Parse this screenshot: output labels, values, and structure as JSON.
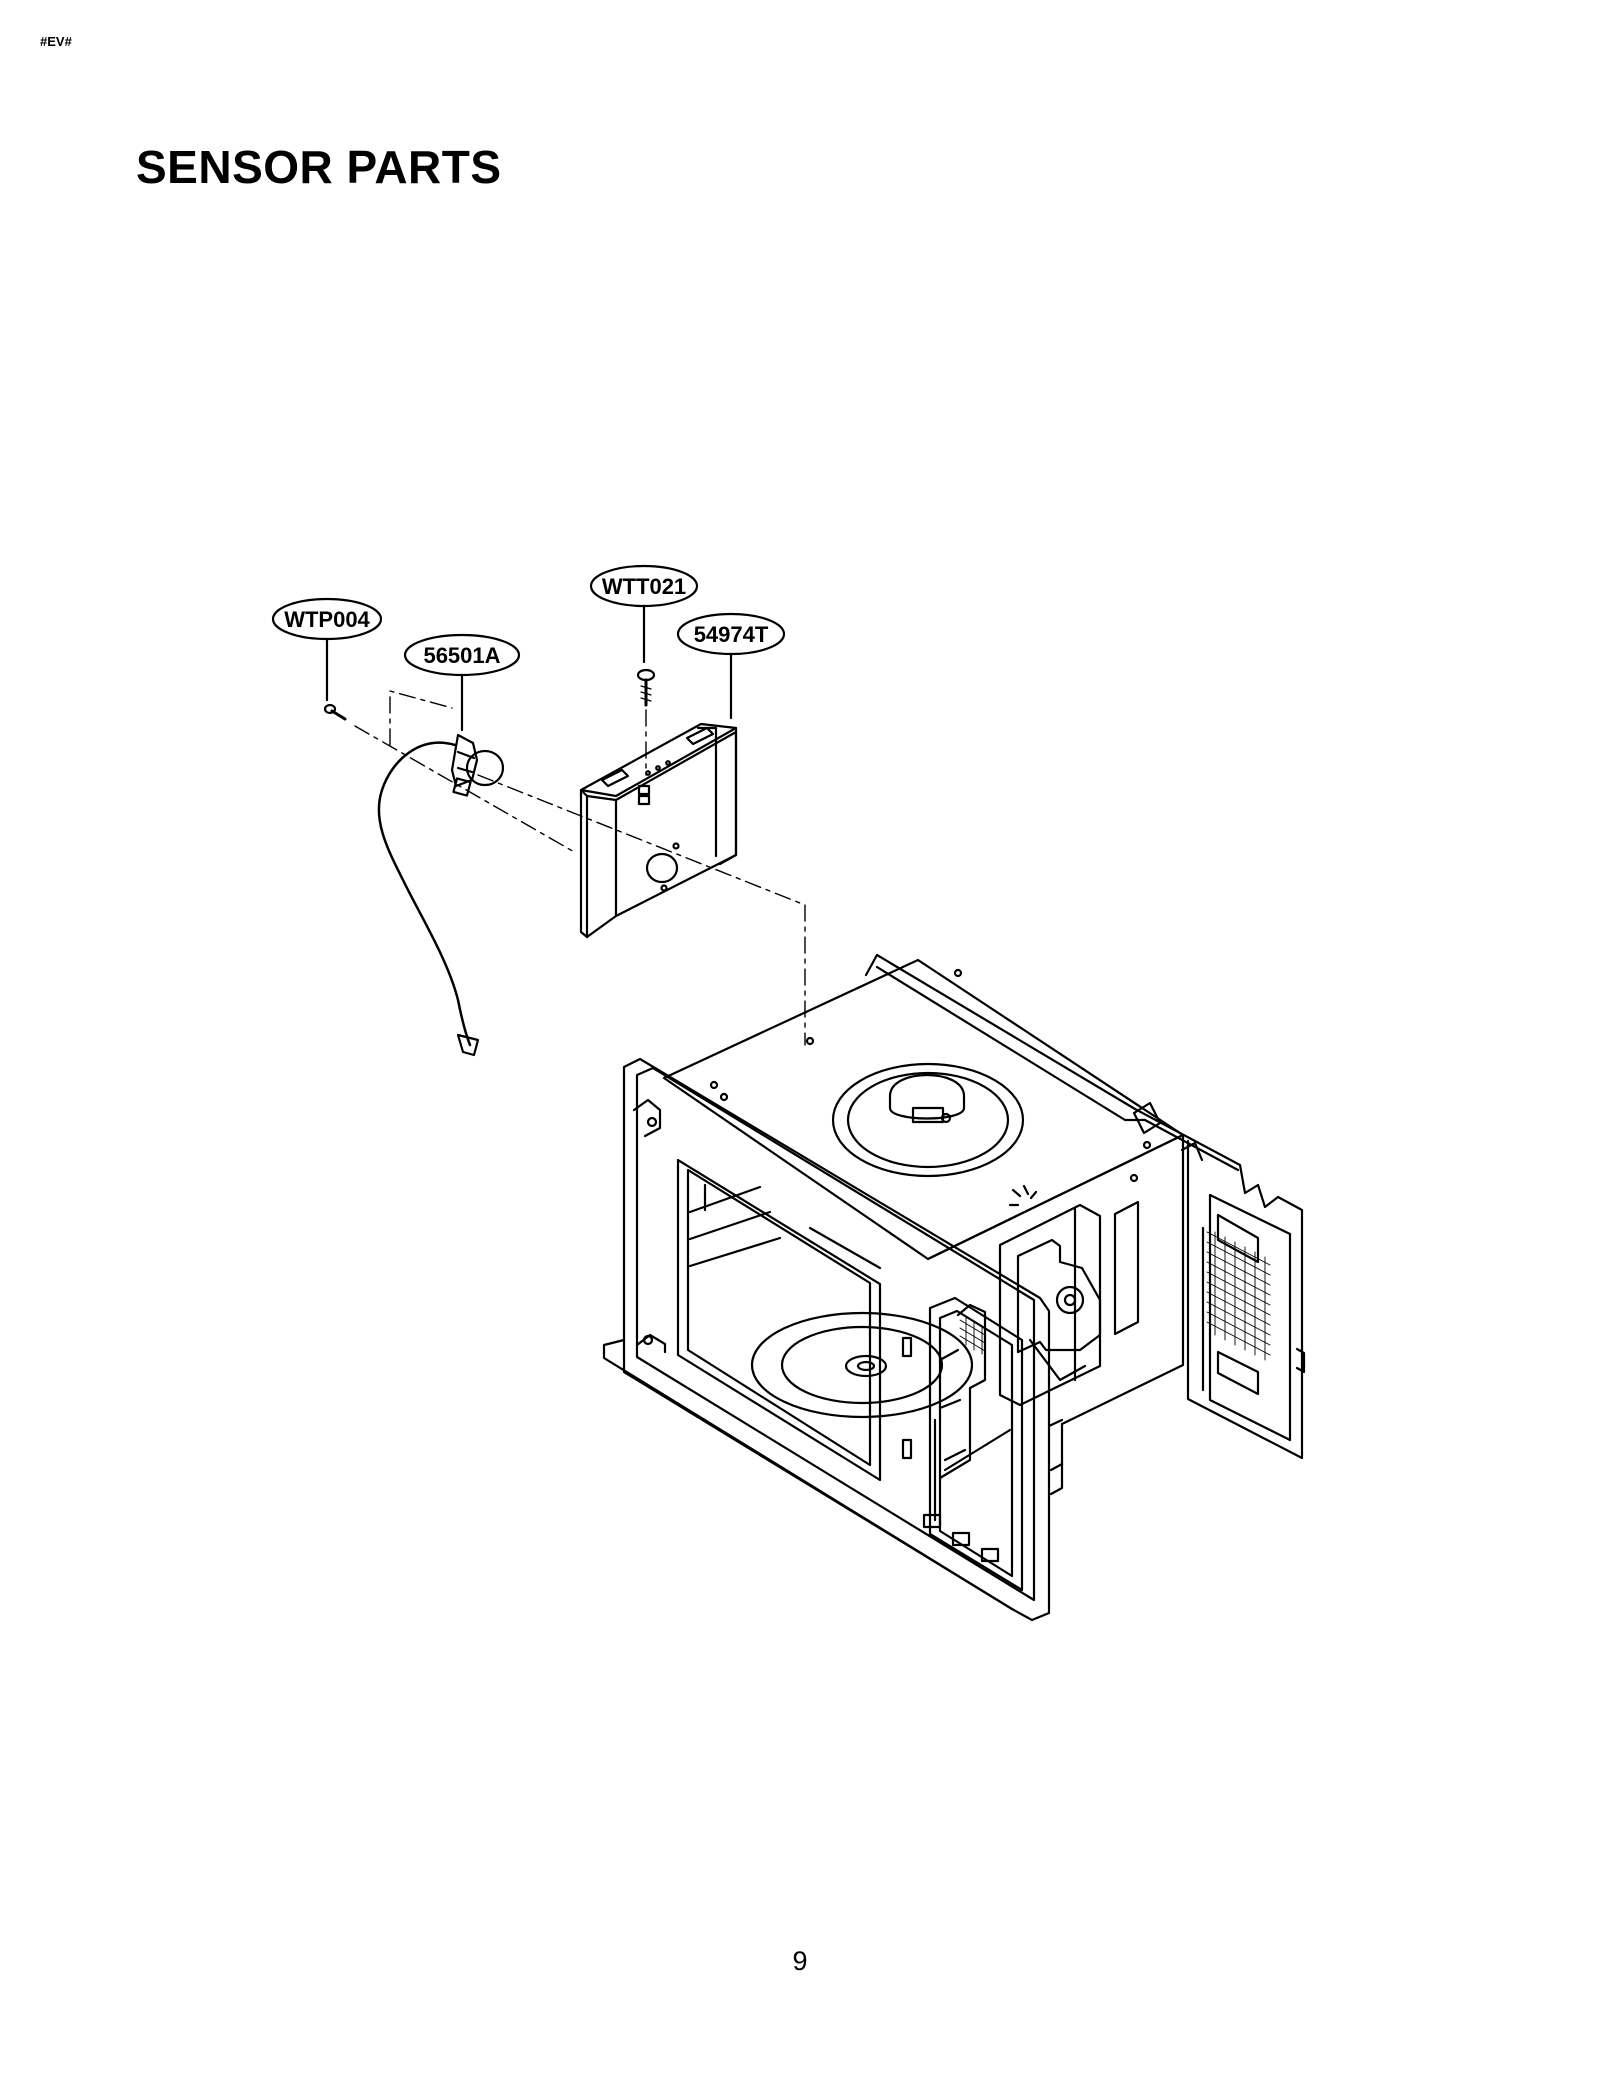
{
  "header": {
    "code": "#EV#"
  },
  "page": {
    "title": "SENSOR PARTS",
    "number": "9"
  },
  "callouts": [
    {
      "id": "wtp004",
      "label": "WTP004"
    },
    {
      "id": "56501a",
      "label": "56501A"
    },
    {
      "id": "wtt021",
      "label": "WTT021"
    },
    {
      "id": "54974t",
      "label": "54974T"
    }
  ]
}
